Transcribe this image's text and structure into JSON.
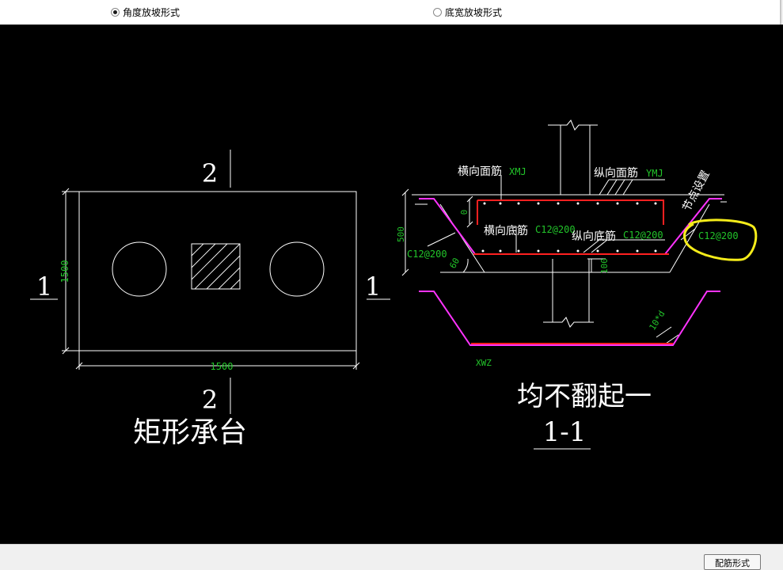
{
  "options": {
    "angle_mode": {
      "label": "角度放坡形式",
      "checked": true
    },
    "width_mode": {
      "label": "底宽放坡形式",
      "checked": false
    }
  },
  "drawing": {
    "plan": {
      "title": "矩形承台",
      "width_dim": "1500",
      "height_dim": "1500",
      "section_mark_1": "1",
      "section_mark_2": "2"
    },
    "section": {
      "title": "1-1",
      "subtitle": "均不翻起一",
      "label_xmj_text": "横向面筋",
      "label_xmj_code": "XMJ",
      "label_ymj_text": "纵向面筋",
      "label_ymj_code": "YMJ",
      "label_node": "节点设置",
      "label_xdj_text": "横向底筋",
      "label_xdj_value": "C12@200",
      "label_ydj_text": "纵向底筋",
      "label_ydj_value": "C12@200",
      "label_right_value": "C12@200",
      "label_left_value": "C12@200",
      "dim_500": "500",
      "dim_0": "0",
      "dim_100": "100",
      "dim_60": "60",
      "dim_10d": "10*d",
      "label_xwz": "XWZ"
    }
  },
  "footer": {
    "button_label": "配筋形式"
  },
  "colors": {
    "line_white": "#ffffff",
    "rebar_red": "#ff2020",
    "rebar_magenta": "#ff33ff",
    "label_green": "#22c52a",
    "highlight_yellow": "#f5ec1a"
  }
}
